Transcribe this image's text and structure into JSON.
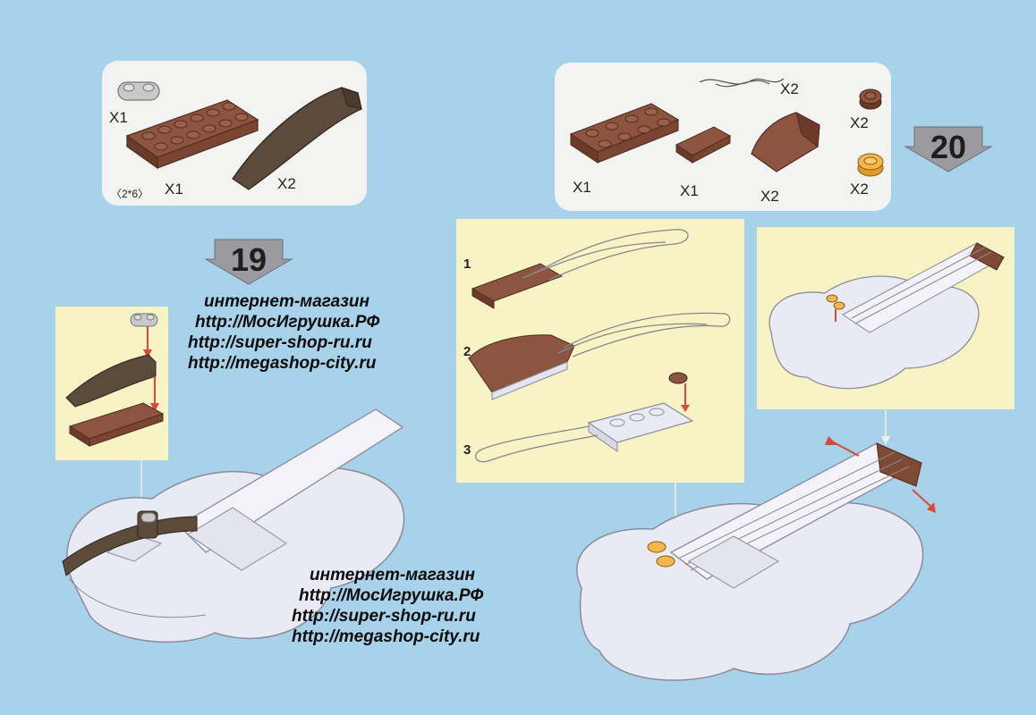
{
  "colors": {
    "page_background": "#a8d2ea",
    "parts_panel": "#f3f4f1",
    "detail_panel": "#f7f3c4",
    "brick_brown": "#7e4a36",
    "brick_dark_brown": "#5a4a3c",
    "brick_light_gray": "#c9c9c9",
    "brick_yellow": "#f2b64a",
    "arrow_red": "#d94a3a",
    "model_outline": "#8a8a9a",
    "model_fill": "#e8e8f2"
  },
  "step19": {
    "number": "19",
    "parts": [
      {
        "icon": "light-gray-round-plate-1x2-icon",
        "qty": "X1"
      },
      {
        "icon": "brown-plate-2x6-icon",
        "qty": "X1",
        "size": "〈2*6〉"
      },
      {
        "icon": "dark-brown-curved-slope-icon",
        "qty": "X2"
      }
    ]
  },
  "step20": {
    "number": "20",
    "parts": [
      {
        "icon": "brown-plate-2x4-icon",
        "qty": "X1"
      },
      {
        "icon": "brown-tile-1x2-icon",
        "qty": "X1"
      },
      {
        "icon": "brown-curved-slope-icon",
        "qty": "X2"
      },
      {
        "icon": "string-icon",
        "qty": "X2"
      },
      {
        "icon": "brown-round-plate-icon",
        "qty": "X2"
      },
      {
        "icon": "yellow-round-plate-icon",
        "qty": "X2"
      }
    ],
    "substeps": [
      "1",
      "2",
      "3"
    ]
  },
  "watermark_top": {
    "line1": "интернет-магазин",
    "line2": "http://МосИгрушка.РФ",
    "line3": "http://super-shop-ru.ru",
    "line4": "http://megashop-city.ru"
  },
  "watermark_bottom": {
    "line1": "интернет-магазин",
    "line2": "http://МосИгрушка.РФ",
    "line3": "http://super-shop-ru.ru",
    "line4": "http://megashop-city.ru"
  }
}
